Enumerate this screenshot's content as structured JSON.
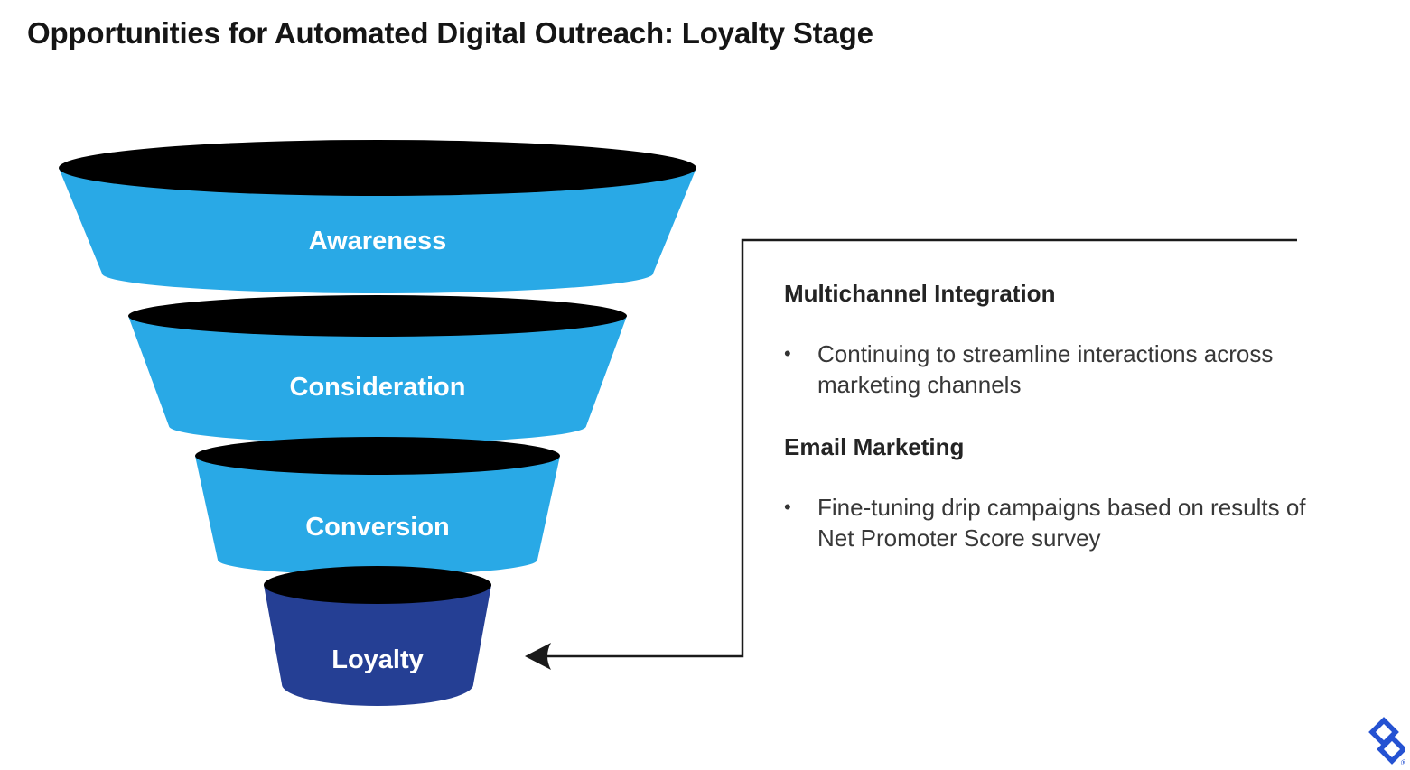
{
  "slide": {
    "title": "Opportunities for Automated Digital Outreach: Loyalty Stage",
    "background_color": "#ffffff",
    "title_color": "#151515"
  },
  "funnel": {
    "type": "funnel",
    "stages": [
      {
        "label": "Awareness",
        "fill": "#29A9E6"
      },
      {
        "label": "Consideration",
        "fill": "#29A9E6"
      },
      {
        "label": "Conversion",
        "fill": "#29A9E6"
      },
      {
        "label": "Loyalty",
        "fill": "#253F94"
      }
    ],
    "ellipse_color": "#000000",
    "label_color": "#FFFFFF"
  },
  "callout": {
    "highlighted_stage": "Loyalty",
    "connector_color": "#1A1A1A",
    "bullet_glyph": "•",
    "sections": [
      {
        "heading": "Multichannel Integration",
        "bullets": [
          "Continuing to streamline interactions across marketing channels"
        ]
      },
      {
        "heading": "Email Marketing",
        "bullets": [
          "Fine-tuning drip campaigns based on results of Net Promoter Score survey"
        ]
      }
    ]
  },
  "branding": {
    "logo": "toptal-mark",
    "logo_color": "#2552D2",
    "registered_mark": "®"
  }
}
